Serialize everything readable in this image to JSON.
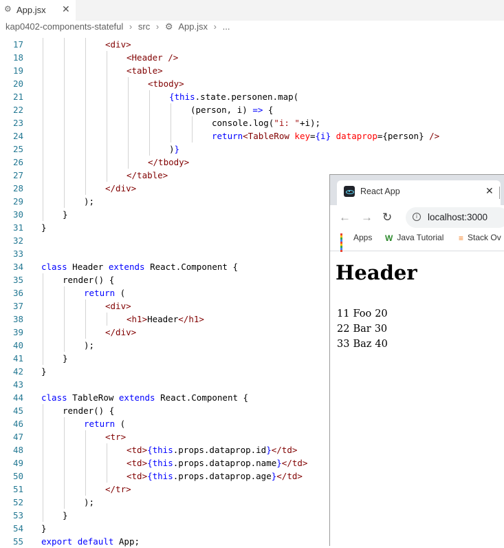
{
  "editor_tab": {
    "label": "App.jsx",
    "icon": "gear-icon",
    "close": "✕"
  },
  "breadcrumb": [
    "kap0402-components-stateful",
    "src",
    "App.jsx",
    "..."
  ],
  "breadcrumb_sep": "›",
  "code_lines": [
    {
      "n": "17",
      "indent": 3,
      "tokens": [
        [
          "tag",
          "<div>"
        ]
      ]
    },
    {
      "n": "18",
      "indent": 4,
      "tokens": [
        [
          "tag",
          "<Header />"
        ]
      ]
    },
    {
      "n": "19",
      "indent": 4,
      "tokens": [
        [
          "tag",
          "<table>"
        ]
      ]
    },
    {
      "n": "20",
      "indent": 5,
      "tokens": [
        [
          "tag",
          "<tbody>"
        ]
      ]
    },
    {
      "n": "21",
      "indent": 6,
      "tokens": [
        [
          "kw",
          "{this"
        ],
        [
          "txt",
          ".state.personen.map("
        ]
      ]
    },
    {
      "n": "22",
      "indent": 7,
      "tokens": [
        [
          "txt",
          "(person, i) "
        ],
        [
          "kw",
          "=>"
        ],
        [
          "txt",
          " {"
        ]
      ]
    },
    {
      "n": "23",
      "indent": 8,
      "tokens": [
        [
          "txt",
          "console.log("
        ],
        [
          "str",
          "\"i: \""
        ],
        [
          "txt",
          "+i);"
        ]
      ]
    },
    {
      "n": "24",
      "indent": 8,
      "tokens": [
        [
          "kw",
          "return"
        ],
        [
          "tag",
          "<TableRow "
        ],
        [
          "attr",
          "key"
        ],
        [
          "txt",
          "="
        ],
        [
          "kw",
          "{i}"
        ],
        [
          "txt",
          " "
        ],
        [
          "attr",
          "dataprop"
        ],
        [
          "txt",
          "={person} "
        ],
        [
          "tag",
          "/>"
        ]
      ]
    },
    {
      "n": "25",
      "indent": 6,
      "tokens": [
        [
          "txt",
          ")"
        ],
        [
          "kw",
          "}"
        ]
      ]
    },
    {
      "n": "26",
      "indent": 5,
      "tokens": [
        [
          "tag",
          "</tbody>"
        ]
      ]
    },
    {
      "n": "27",
      "indent": 4,
      "tokens": [
        [
          "tag",
          "</table>"
        ]
      ]
    },
    {
      "n": "28",
      "indent": 3,
      "tokens": [
        [
          "tag",
          "</div>"
        ]
      ]
    },
    {
      "n": "29",
      "indent": 2,
      "tokens": [
        [
          "txt",
          ");"
        ]
      ]
    },
    {
      "n": "30",
      "indent": 1,
      "tokens": [
        [
          "txt",
          "}"
        ]
      ]
    },
    {
      "n": "31",
      "indent": 0,
      "tokens": [
        [
          "txt",
          "}"
        ]
      ]
    },
    {
      "n": "32",
      "indent": 0,
      "tokens": []
    },
    {
      "n": "33",
      "indent": 0,
      "tokens": []
    },
    {
      "n": "34",
      "indent": 0,
      "tokens": [
        [
          "kw",
          "class"
        ],
        [
          "txt",
          " Header "
        ],
        [
          "kw",
          "extends"
        ],
        [
          "txt",
          " React.Component {"
        ]
      ]
    },
    {
      "n": "35",
      "indent": 1,
      "tokens": [
        [
          "txt",
          "render() {"
        ]
      ]
    },
    {
      "n": "36",
      "indent": 2,
      "tokens": [
        [
          "kw",
          "return"
        ],
        [
          "txt",
          " ("
        ]
      ]
    },
    {
      "n": "37",
      "indent": 3,
      "tokens": [
        [
          "tag",
          "<div>"
        ]
      ]
    },
    {
      "n": "38",
      "indent": 4,
      "tokens": [
        [
          "tag",
          "<h1>"
        ],
        [
          "txt",
          "Header"
        ],
        [
          "tag",
          "</h1>"
        ]
      ]
    },
    {
      "n": "39",
      "indent": 3,
      "tokens": [
        [
          "tag",
          "</div>"
        ]
      ]
    },
    {
      "n": "40",
      "indent": 2,
      "tokens": [
        [
          "txt",
          ");"
        ]
      ]
    },
    {
      "n": "41",
      "indent": 1,
      "tokens": [
        [
          "txt",
          "}"
        ]
      ]
    },
    {
      "n": "42",
      "indent": 0,
      "tokens": [
        [
          "txt",
          "}"
        ]
      ]
    },
    {
      "n": "43",
      "indent": 0,
      "tokens": []
    },
    {
      "n": "44",
      "indent": 0,
      "tokens": [
        [
          "kw",
          "class"
        ],
        [
          "txt",
          " TableRow "
        ],
        [
          "kw",
          "extends"
        ],
        [
          "txt",
          " React.Component {"
        ]
      ]
    },
    {
      "n": "45",
      "indent": 1,
      "tokens": [
        [
          "txt",
          "render() {"
        ]
      ]
    },
    {
      "n": "46",
      "indent": 2,
      "tokens": [
        [
          "kw",
          "return"
        ],
        [
          "txt",
          " ("
        ]
      ]
    },
    {
      "n": "47",
      "indent": 3,
      "tokens": [
        [
          "tag",
          "<tr>"
        ]
      ]
    },
    {
      "n": "48",
      "indent": 4,
      "tokens": [
        [
          "tag",
          "<td>"
        ],
        [
          "kw",
          "{this"
        ],
        [
          "txt",
          ".props.dataprop.id"
        ],
        [
          "kw",
          "}"
        ],
        [
          "tag",
          "</td>"
        ]
      ]
    },
    {
      "n": "49",
      "indent": 4,
      "tokens": [
        [
          "tag",
          "<td>"
        ],
        [
          "kw",
          "{this"
        ],
        [
          "txt",
          ".props.dataprop.name"
        ],
        [
          "kw",
          "}"
        ],
        [
          "tag",
          "</td>"
        ]
      ]
    },
    {
      "n": "50",
      "indent": 4,
      "tokens": [
        [
          "tag",
          "<td>"
        ],
        [
          "kw",
          "{this"
        ],
        [
          "txt",
          ".props.dataprop.age"
        ],
        [
          "kw",
          "}"
        ],
        [
          "tag",
          "</td>"
        ]
      ]
    },
    {
      "n": "51",
      "indent": 3,
      "tokens": [
        [
          "tag",
          "</tr>"
        ]
      ]
    },
    {
      "n": "52",
      "indent": 2,
      "tokens": [
        [
          "txt",
          ");"
        ]
      ]
    },
    {
      "n": "53",
      "indent": 1,
      "tokens": [
        [
          "txt",
          "}"
        ]
      ]
    },
    {
      "n": "54",
      "indent": 0,
      "tokens": [
        [
          "txt",
          "}"
        ]
      ]
    },
    {
      "n": "55",
      "indent": 0,
      "tokens": [
        [
          "kw",
          "export"
        ],
        [
          "txt",
          " "
        ],
        [
          "kw",
          "default"
        ],
        [
          "txt",
          " App;"
        ]
      ]
    }
  ],
  "browser": {
    "tab_title": "React App",
    "tab_close": "✕",
    "nav": {
      "back": "←",
      "forward": "→",
      "reload": "↻"
    },
    "url": "localhost:3000",
    "info_icon": "i",
    "bookmarks": [
      {
        "label": "Apps",
        "icon": "apps-grid-icon"
      },
      {
        "label": "Java Tutorial",
        "icon": "java-icon"
      },
      {
        "label": "Stack Ov",
        "icon": "stackoverflow-icon"
      }
    ],
    "page": {
      "heading": "Header",
      "rows": [
        [
          "11",
          "Foo",
          "20"
        ],
        [
          "22",
          "Bar",
          "30"
        ],
        [
          "33",
          "Baz",
          "40"
        ]
      ]
    }
  },
  "colors": {
    "keyword": "#0000ff",
    "tag": "#800000",
    "attribute": "#ff0000",
    "string": "#a31515",
    "line_number": "#237893"
  }
}
